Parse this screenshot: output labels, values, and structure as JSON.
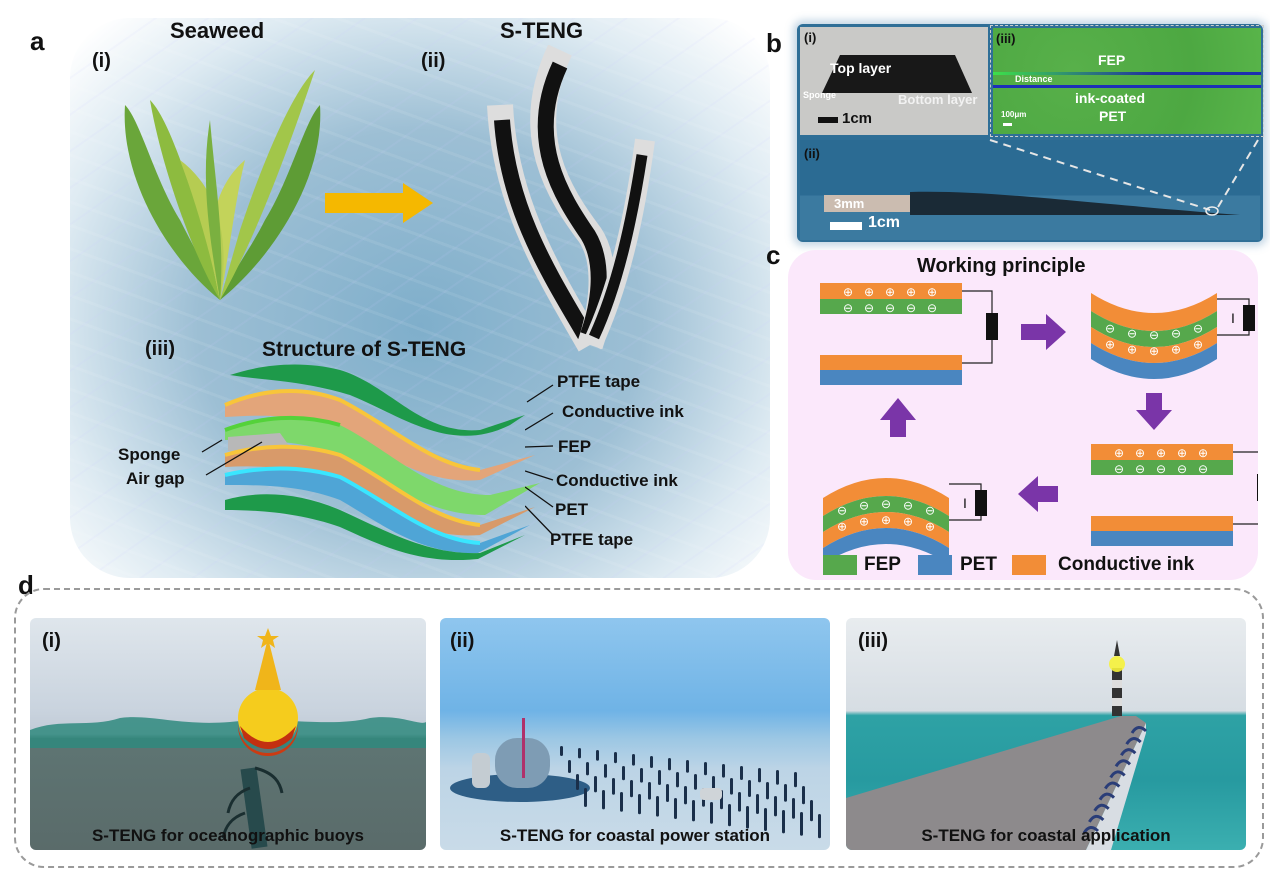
{
  "figure": {
    "panels": {
      "a": {
        "letter": "a",
        "sub_i": {
          "roman": "(i)",
          "title": "Seaweed"
        },
        "sub_ii": {
          "roman": "(ii)",
          "title": "S-TENG"
        },
        "sub_iii": {
          "roman": "(iii)",
          "title": "Structure of S-TENG",
          "left_labels": [
            "Sponge",
            "Air gap"
          ],
          "right_labels": [
            "PTFE tape",
            "Conductive ink",
            "FEP",
            "Conductive ink",
            "PET",
            "PTFE tape"
          ]
        },
        "arrow_color": "#f5b800"
      },
      "b": {
        "letter": "b",
        "sub_i": {
          "roman": "(i)",
          "top_layer": "Top layer",
          "sponge": "Sponge",
          "bottom_layer": "Bottom layer",
          "scale": "1cm"
        },
        "sub_ii": {
          "roman": "(ii)",
          "thickness": "3mm",
          "scale": "1cm"
        },
        "sub_iii": {
          "roman": "(iii)",
          "fep": "FEP",
          "distance": "Distance",
          "ink_coated": "ink-coated",
          "pet": "PET",
          "scale": "100μm"
        }
      },
      "c": {
        "letter": "c",
        "title": "Working principle",
        "current_label": "I",
        "plus": "⊕",
        "minus": "⊖",
        "legend": [
          {
            "label": "FEP",
            "color": "#56a84c"
          },
          {
            "label": "PET",
            "color": "#4a86c0"
          },
          {
            "label": "Conductive ink",
            "color": "#f28d37"
          }
        ],
        "arrow_color": "#7a35a8"
      },
      "d": {
        "letter": "d",
        "items": [
          {
            "roman": "(i)",
            "caption": "S-TENG for oceanographic buoys"
          },
          {
            "roman": "(ii)",
            "caption": "S-TENG for coastal power station"
          },
          {
            "roman": "(iii)",
            "caption": "S-TENG for coastal application"
          }
        ]
      }
    }
  }
}
